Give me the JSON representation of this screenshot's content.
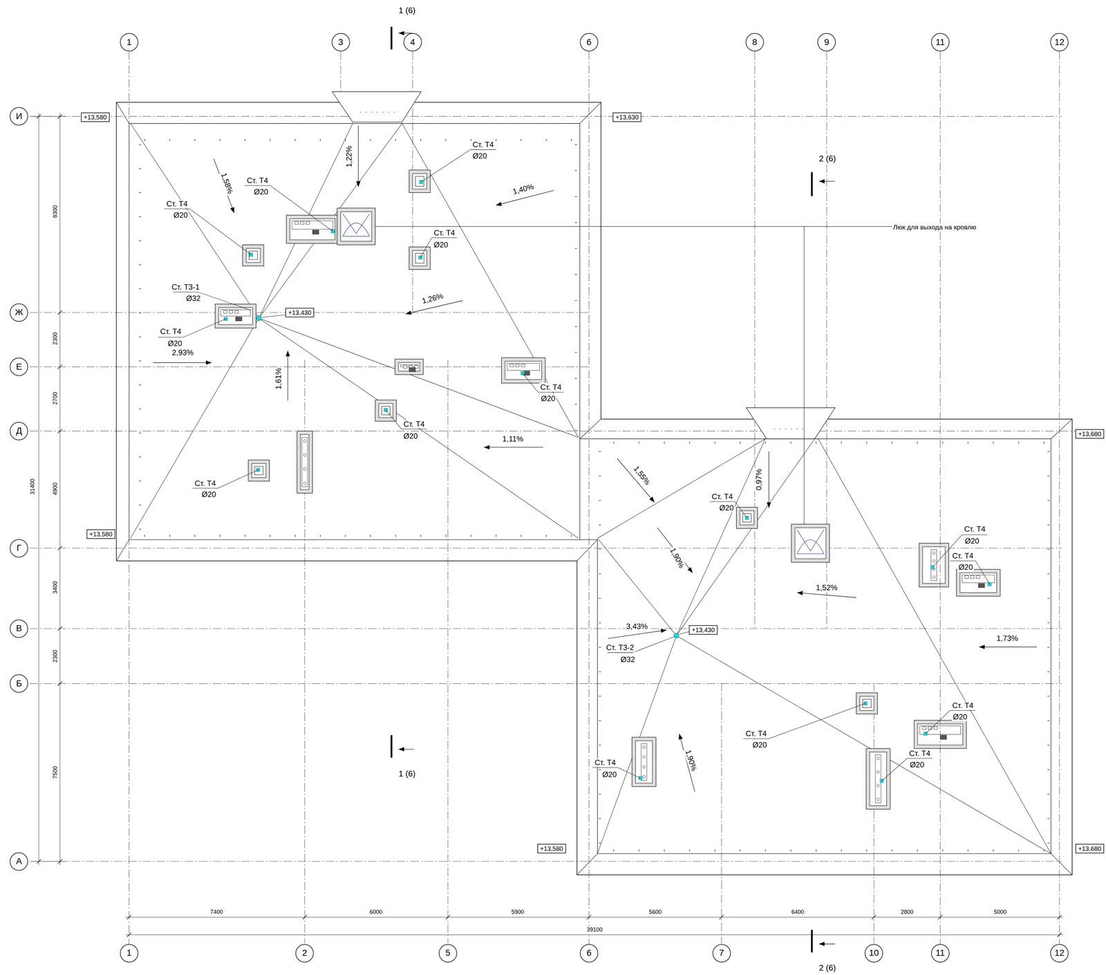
{
  "diagram": {
    "nodes": [
      {
        "text": [
          "1"
        ]
      },
      {
        "text": [
          "3"
        ]
      },
      {
        "text": [
          "4"
        ]
      },
      {
        "text": [
          "6"
        ]
      },
      {
        "text": [
          "8"
        ]
      },
      {
        "text": [
          "9"
        ]
      },
      {
        "text": [
          "11"
        ]
      },
      {
        "text": [
          "12"
        ]
      },
      {
        "text": [
          "И"
        ]
      },
      {
        "text": [
          "Ж"
        ]
      },
      {
        "text": [
          "Е"
        ]
      },
      {
        "text": [
          "Д"
        ]
      },
      {
        "text": [
          "Г"
        ]
      },
      {
        "text": [
          "В"
        ]
      },
      {
        "text": [
          "Б"
        ]
      },
      {
        "text": [
          "А"
        ]
      },
      {
        "text": [
          "+13,580"
        ]
      },
      {
        "text": [
          "+13,630"
        ]
      },
      {
        "text": [
          "+13,430"
        ]
      },
      {
        "text": [
          "+13,580"
        ]
      },
      {
        "text": [
          "+13,680"
        ]
      },
      {
        "text": [
          "+13,430"
        ]
      },
      {
        "text": [
          "+13,580"
        ]
      },
      {
        "text": [
          "+13,680"
        ]
      },
      {
        "text": [
          "1"
        ]
      },
      {
        "text": [
          "2"
        ]
      },
      {
        "text": [
          "5"
        ]
      },
      {
        "text": [
          "6"
        ]
      },
      {
        "text": [
          "7"
        ]
      },
      {
        "text": [
          "10"
        ]
      },
      {
        "text": [
          "11"
        ]
      },
      {
        "text": [
          "12"
        ]
      }
    ],
    "edges": [
      {
        "from": 0,
        "to": 24,
        "arrow": "none"
      },
      {
        "from": 3,
        "to": 27,
        "arrow": "none"
      },
      {
        "from": 6,
        "to": 30,
        "arrow": "none"
      },
      {
        "from": 7,
        "to": 31,
        "arrow": "none"
      }
    ],
    "labels": [
      "1 (6)",
      "2 (6)",
      "Ст. Т4",
      "Ø20",
      "Ст. Т4",
      "Ø20",
      "Ст. Т4",
      "Ø20",
      "Люк для выхода на кровлю",
      "Ст. Т4",
      "Ø20",
      "Ст. Т3-1",
      "Ø32",
      "Ст. Т4",
      "Ø20",
      "Ст. Т4",
      "Ø20",
      "Ст. Т4",
      "Ø20",
      "Ст. Т4",
      "Ø20",
      "Ст. Т4",
      "Ø20",
      "Ст. Т4",
      "Ø20",
      "Ст. Т4",
      "Ø20",
      "Ст. Т3-2",
      "Ø32",
      "Ст. Т4",
      "Ø20",
      "Ст. Т4",
      "Ø20",
      "Ст. Т4",
      "Ø20",
      "Ст. Т4",
      "Ø20",
      "1 (6)",
      "2 (6)",
      "1,58%",
      "1,22%",
      "1,40%",
      "1,26%",
      "2,93%",
      "1,61%",
      "1,11%",
      "1,55%",
      "0,97%",
      "1,90%",
      "1,52%",
      "3,43%",
      "1,73%",
      "1,90%",
      "8300",
      "2300",
      "2700",
      "4900",
      "31400",
      "3400",
      "2300",
      "7500",
      "7400",
      "6000",
      "5900",
      "5600",
      "6400",
      "2800",
      "5000",
      "39100"
    ]
  }
}
